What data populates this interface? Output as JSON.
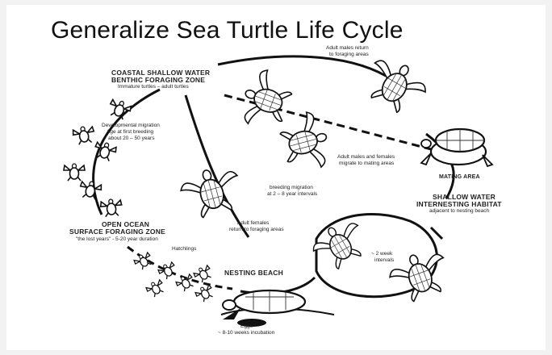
{
  "title": "Generalize Sea Turtle Life Cycle",
  "zones": {
    "coastal": {
      "heading_line1": "COASTAL SHALLOW WATER",
      "heading_line2": "BENTHIC FORAGING ZONE",
      "sub": "Immature turtles – adult turtles"
    },
    "open_ocean": {
      "heading_line1": "OPEN OCEAN",
      "heading_line2": "SURFACE FORAGING ZONE",
      "sub": "\"the lost years\" - 5-20 year duration"
    },
    "nesting_beach": {
      "heading": "NESTING BEACH"
    },
    "mating_area": {
      "heading": "MATING AREA"
    },
    "internesting": {
      "heading_line1": "SHALLOW WATER",
      "heading_line2": "INTERNESTING HABITAT",
      "sub": "adjacent to nesting beach"
    }
  },
  "annotations": {
    "adult_males_return_1": "Adult males return",
    "adult_males_return_2": "to foraging areas",
    "developmental_1": "Developmental migration",
    "developmental_2": "Age at first breeding",
    "developmental_3": "about 20 – 50 years",
    "adult_migrate_1": "Adult males and females",
    "adult_migrate_2": "migrate to mating areas",
    "breeding_1": "breeding migration",
    "breeding_2": "at 2 – 8 year intervals",
    "females_return_1": "Adult females",
    "females_return_2": "return to foraging areas",
    "hatchlings": "Hatchlings",
    "interval_1": "~ 2 week",
    "interval_2": "intervals",
    "eggs_1": "Eggs",
    "eggs_2": "~ 8-10 weeks incubation"
  }
}
